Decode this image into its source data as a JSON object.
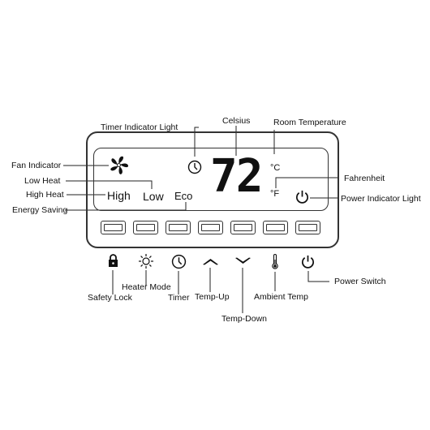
{
  "labels": {
    "timer_indicator_light": "Timer Indicator Light",
    "celsius": "Celsius",
    "room_temperature": "Room Temperature",
    "fan_indicator": "Fan Indicator",
    "fahrenheit": "Fahrenheit",
    "low_heat": "Low Heat",
    "high_heat": "High Heat",
    "power_indicator_light": "Power Indicator Light",
    "energy_saving": "Energy Saving",
    "heater_mode": "Heater Mode",
    "safety_lock": "Safety Lock",
    "timer": "Timer",
    "temp_up": "Temp-Up",
    "ambient_temp": "Ambient Temp",
    "power_switch": "Power Switch",
    "temp_down": "Temp-Down"
  },
  "display": {
    "temperature": "72",
    "celsius_unit": "°C",
    "fahrenheit_unit": "°F",
    "high": "High",
    "low": "Low",
    "eco": "Eco"
  },
  "icons": {
    "fan": "fan-icon",
    "timer_indicator": "clock-icon",
    "power_indicator": "power-icon",
    "safety_lock": "lock-icon",
    "heater_mode": "sun-icon",
    "timer": "clock-icon",
    "temp_up": "chevron-up-icon",
    "temp_down": "chevron-down-icon",
    "ambient_temp": "thermometer-icon",
    "power_switch": "power-icon"
  },
  "button_count": 7
}
